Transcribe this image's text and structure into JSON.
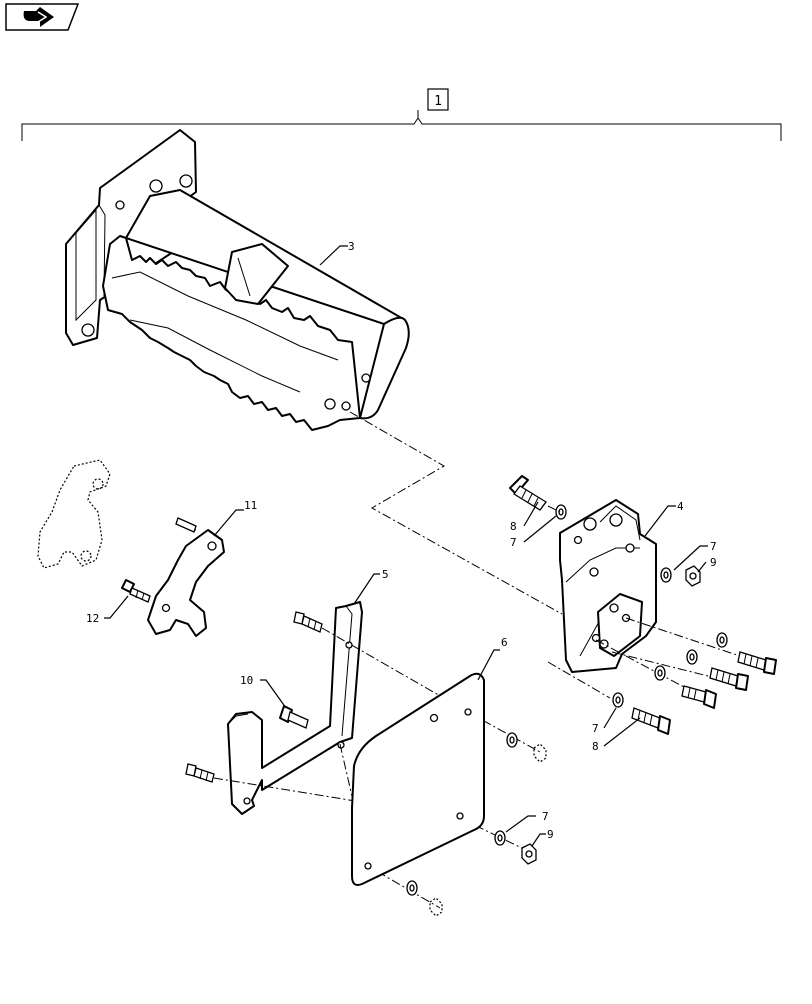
{
  "nav_icon": {
    "name": "back-arrow-icon"
  },
  "assembly_label": "1",
  "callouts": {
    "c3": "3",
    "c4": "4",
    "c5": "5",
    "c6": "6",
    "c7a": "7",
    "c9a": "9",
    "c8a": "8",
    "c7b": "7",
    "c7c": "7",
    "c8b": "8",
    "c7d": "7",
    "c9b": "9",
    "c10": "10",
    "c11": "11",
    "c12": "12"
  }
}
